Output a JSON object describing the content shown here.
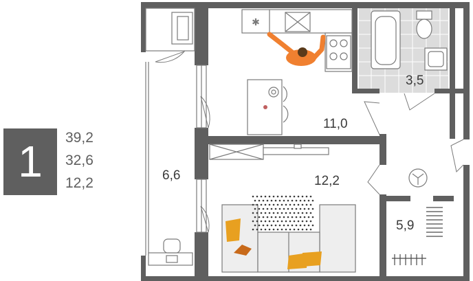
{
  "apartment": {
    "rooms_count": "1",
    "total_area": "39,2",
    "living_area": "32,6",
    "kitchen_area": "12,2"
  },
  "rooms": {
    "bathroom": "3,5",
    "kitchen": "11,0",
    "living": "12,2",
    "loggia": "6,6",
    "closet": "5,9"
  },
  "colors": {
    "wall": "#5f5f5f",
    "badge": "#5f5f5f",
    "accent_person": "#f08030",
    "cushion": "#e8a020",
    "tile": "#dcdcdc"
  }
}
